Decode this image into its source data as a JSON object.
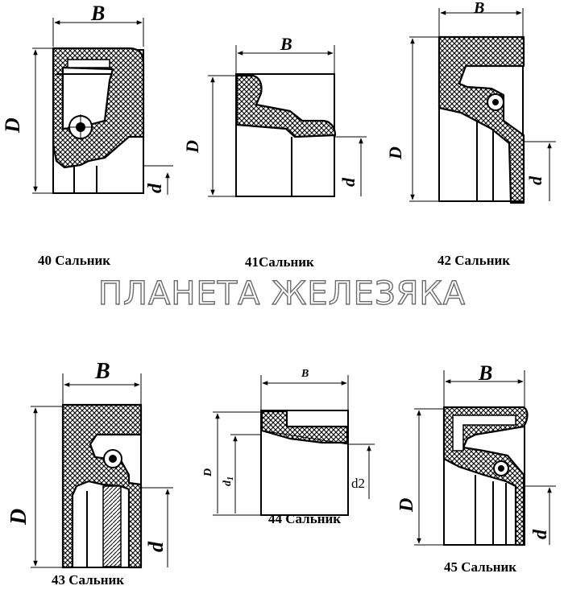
{
  "watermark": "ПЛАНЕТА ЖЕЛЕЗЯКА",
  "figures": [
    {
      "number": "40",
      "caption": "Сальник",
      "label_b": "B",
      "label_D": "D",
      "label_d": "d"
    },
    {
      "number": "41",
      "caption": "Сальник",
      "label_b": "B",
      "label_D": "D",
      "label_d": "d"
    },
    {
      "number": "42",
      "caption": "Сальник",
      "label_b": "B",
      "label_D": "D",
      "label_d": "d"
    },
    {
      "number": "43",
      "caption": "Сальник",
      "label_b": "B",
      "label_D": "D",
      "label_d": "d"
    },
    {
      "number": "44",
      "caption": "Сальник",
      "label_b": "B",
      "label_D": "D",
      "label_d1": "d",
      "label_d1_sub": "1",
      "label_d2": "d2"
    },
    {
      "number": "45",
      "caption": "Сальник",
      "label_b": "B",
      "label_D": "D",
      "label_d": "d"
    }
  ]
}
